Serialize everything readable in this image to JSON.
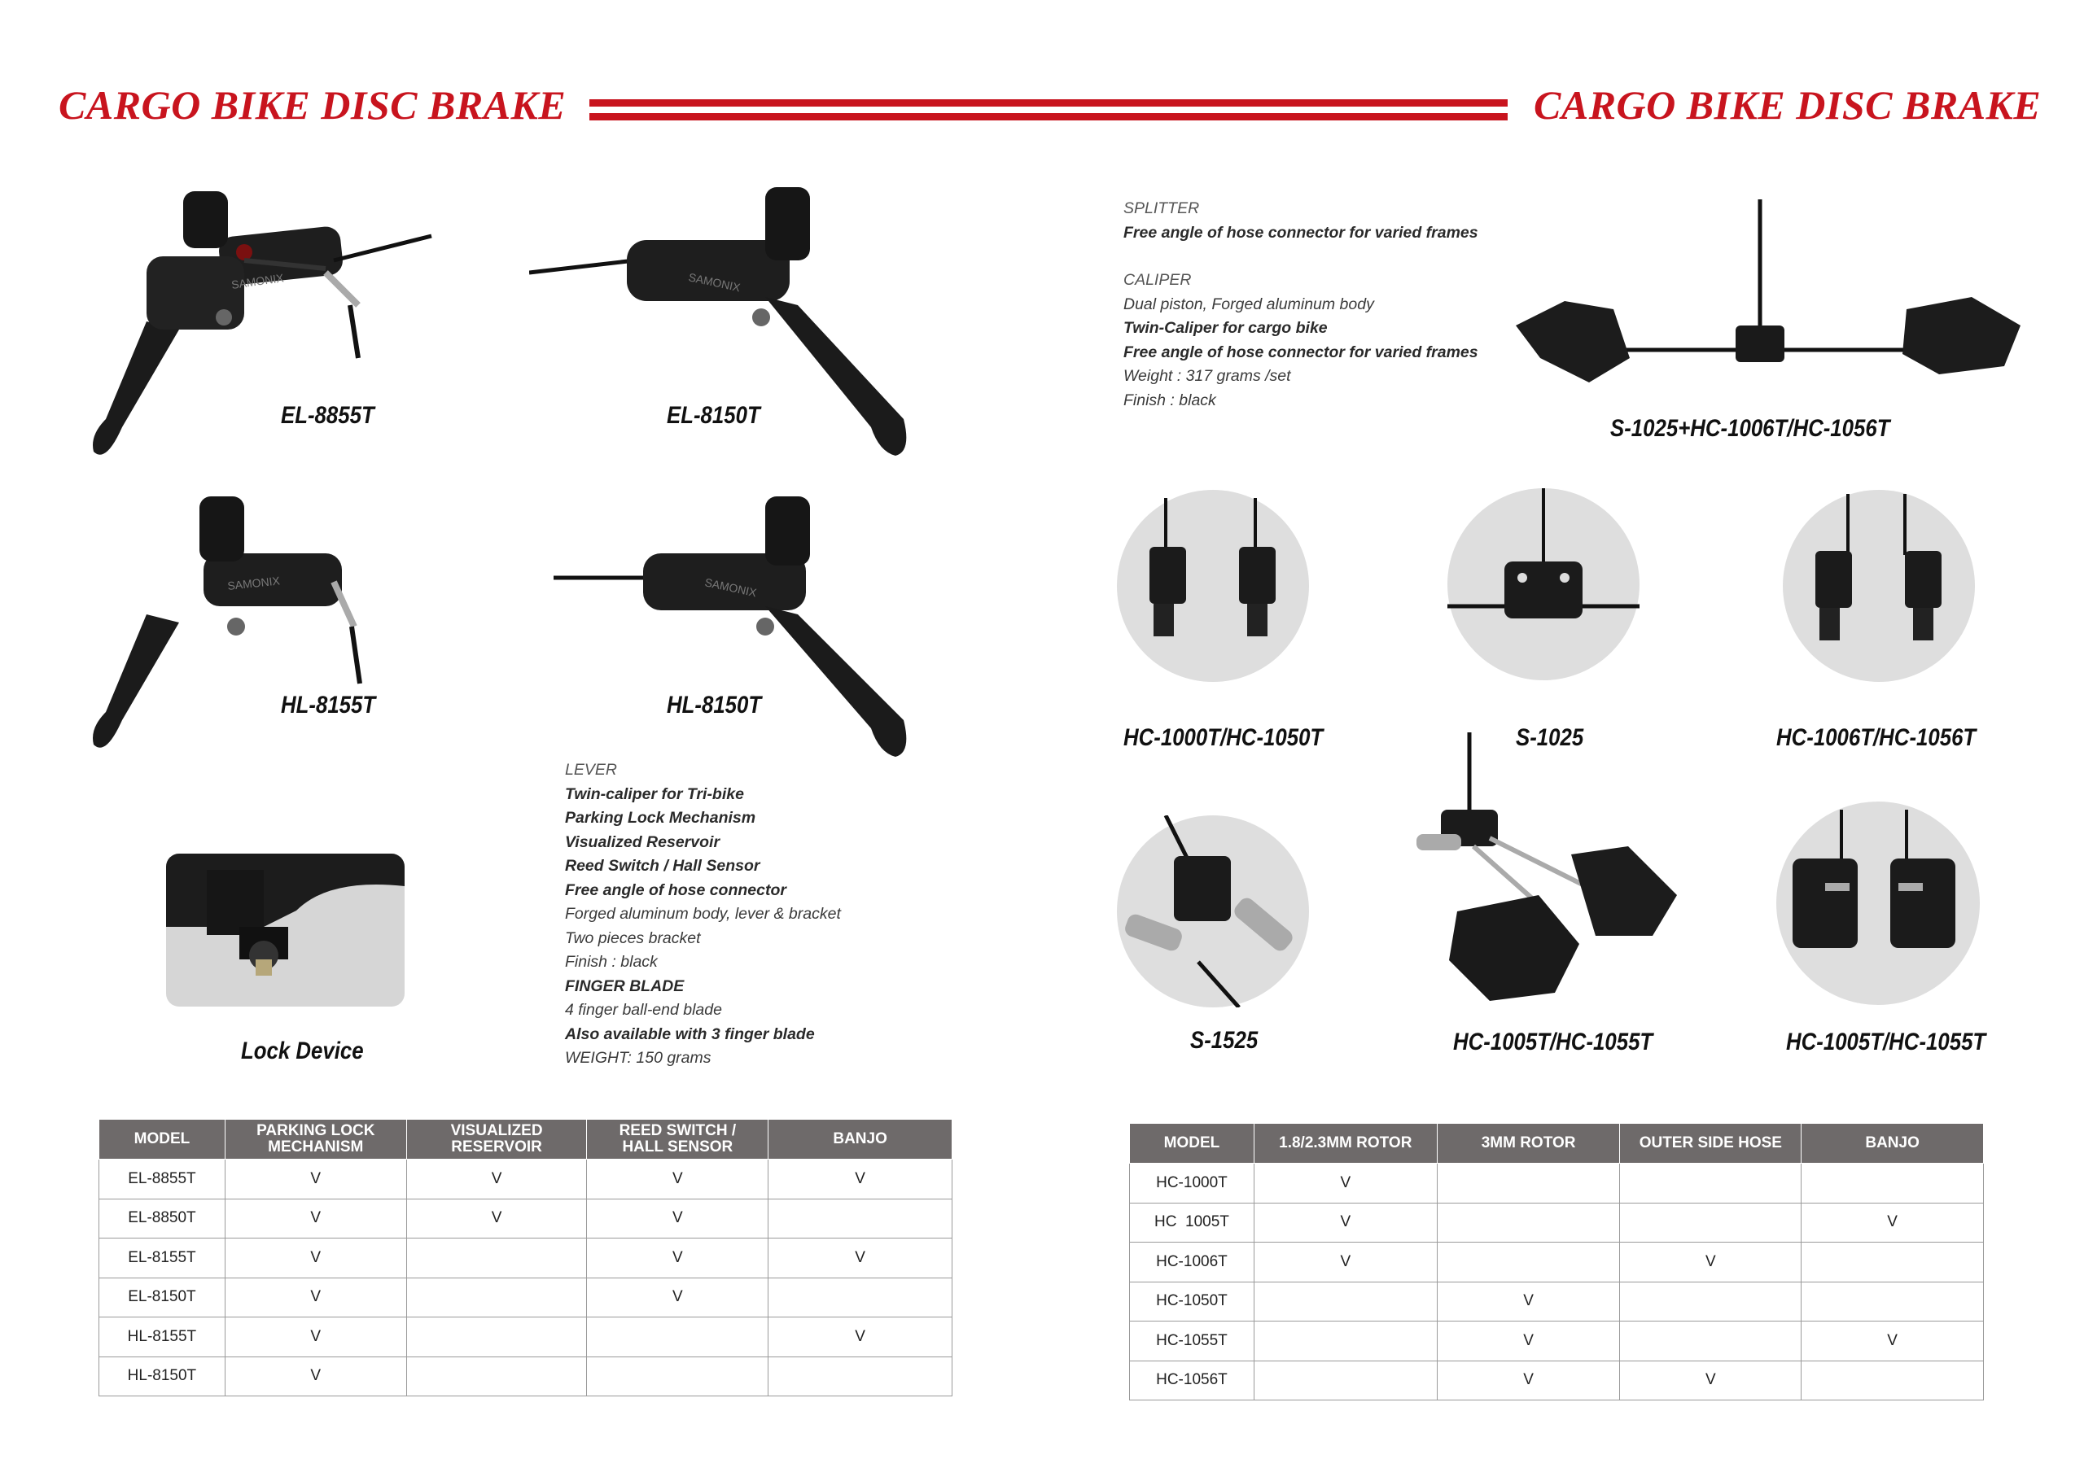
{
  "header": {
    "left_title": "CARGO BIKE DISC BRAKE",
    "right_title": "CARGO BIKE DISC BRAKE",
    "accent_color": "#c8141e"
  },
  "levers": {
    "el8855t": "EL-8855T",
    "el8150t": "EL-8150T",
    "hl8155t": "HL-8155T",
    "hl8150t": "HL-8150T",
    "lock_device": "Lock Device",
    "brand_mark": "SAMONIX"
  },
  "lever_specs": {
    "lines": [
      "LEVER",
      "Twin-caliper for Tri-bike",
      "Parking Lock Mechanism",
      "Visualized Reservoir",
      "Reed Switch / Hall Sensor",
      "Free angle of hose connector",
      "Forged aluminum body, lever & bracket",
      "Two pieces bracket",
      "Finish : black",
      "FINGER BLADE",
      "4 finger ball-end blade",
      "Also available with 3 finger blade",
      "WEIGHT:  150 grams"
    ]
  },
  "caliper_specs": {
    "lines": [
      "SPLITTER",
      "Free angle of hose connector for varied frames",
      "CALIPER",
      "Dual piston, Forged aluminum body",
      "Twin-Caliper for cargo bike",
      "Free angle of hose connector for varied frames",
      "Weight : 317 grams /set",
      "Finish : black"
    ]
  },
  "calipers": {
    "combo": "S-1025+HC-1006T/HC-1056T",
    "c1": "HC-1000T/HC-1050T",
    "c2": "S-1025",
    "c3": "HC-1006T/HC-1056T",
    "c4": "S-1525",
    "c5": "HC-1005T/HC-1055T",
    "c6": "HC-1005T/HC-1055T"
  },
  "lever_table": {
    "headers": [
      "MODEL",
      "PARKING LOCK\nMECHANISM",
      "VISUALIZED\nRESERVOIR",
      "REED SWITCH /\nHALL SENSOR",
      "BANJO"
    ],
    "rows": [
      [
        "EL-8855T",
        "V",
        "V",
        "V",
        "V"
      ],
      [
        "EL-8850T",
        "V",
        "V",
        "V",
        ""
      ],
      [
        "EL-8155T",
        "V",
        "",
        "V",
        "V"
      ],
      [
        "EL-8150T",
        "V",
        "",
        "V",
        ""
      ],
      [
        "HL-8155T",
        "V",
        "",
        "",
        "V"
      ],
      [
        "HL-8150T",
        "V",
        "",
        "",
        ""
      ]
    ]
  },
  "caliper_table": {
    "headers": [
      "MODEL",
      "1.8/2.3MM ROTOR",
      "3MM ROTOR",
      "OUTER SIDE HOSE",
      "BANJO"
    ],
    "rows": [
      [
        "HC-1000T",
        "V",
        "",
        "",
        ""
      ],
      [
        "HC  1005T",
        "V",
        "",
        "",
        "V"
      ],
      [
        "HC-1006T",
        "V",
        "",
        "V",
        ""
      ],
      [
        "HC-1050T",
        "",
        "V",
        "",
        ""
      ],
      [
        "HC-1055T",
        "",
        "V",
        "",
        "V"
      ],
      [
        "HC-1056T",
        "",
        "V",
        "V",
        ""
      ]
    ]
  }
}
